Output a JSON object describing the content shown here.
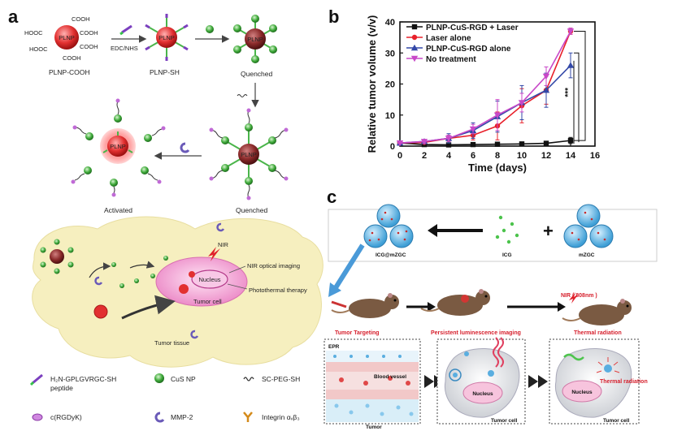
{
  "panels": {
    "a": "a",
    "b": "b",
    "c": "c"
  },
  "panel_a": {
    "cooh": [
      "COOH",
      "COOH",
      "COOH",
      "COOH",
      "HOOC",
      "HOOC"
    ],
    "core": "PLNP",
    "reagent": "EDC/NHS",
    "labels": {
      "plnp_cooh": "PLNP-COOH",
      "plnp_sh": "PLNP-SH",
      "quenched_top": "Quenched",
      "quenched_mid": "Quenched",
      "activated": "Activated"
    },
    "scene": {
      "nir": "NIR",
      "nucleus": "Nucleus",
      "tumor_cell": "Tumor cell",
      "optical": "NIR optical imaging",
      "ptt": "Photothermal therapy",
      "tissue": "Tumor tissue"
    },
    "legend": [
      {
        "key": "peptide",
        "text": "H₂N-GPLGVRGC-SH",
        "text2": "peptide"
      },
      {
        "key": "cus",
        "text": "CuS NP"
      },
      {
        "key": "peg",
        "text": "SC-PEG-SH"
      },
      {
        "key": "rgd",
        "text": "c(RGDyK)"
      },
      {
        "key": "mmp",
        "text": "MMP-2"
      },
      {
        "key": "integrin",
        "text": "Integrin αᵥβ₃"
      }
    ]
  },
  "panel_b": {
    "significance": "***"
  },
  "chart_data": {
    "type": "line",
    "xlabel": "Time (days)",
    "ylabel": "Relative tumor volume (v/v)",
    "xlim": [
      0,
      16
    ],
    "ylim": [
      0,
      40
    ],
    "xticks": [
      0,
      2,
      4,
      6,
      8,
      10,
      12,
      14,
      16
    ],
    "yticks": [
      0,
      10,
      20,
      30,
      40
    ],
    "legend_position": "top-left",
    "x": [
      0,
      2,
      4,
      6,
      8,
      10,
      12,
      14
    ],
    "series": [
      {
        "name": "PLNP-CuS-RGD + Laser",
        "color": "#111111",
        "marker": "square",
        "values": [
          1,
          0.5,
          0.4,
          0.5,
          0.6,
          0.7,
          0.9,
          1.8
        ],
        "errors": [
          0.2,
          0.2,
          0.2,
          0.2,
          0.3,
          0.3,
          0.5,
          1.0
        ]
      },
      {
        "name": "Laser alone",
        "color": "#e8202a",
        "marker": "circle",
        "values": [
          1,
          1.2,
          2.5,
          3.5,
          6.5,
          13,
          18,
          37
        ],
        "errors": [
          0.2,
          0.5,
          1.0,
          1.5,
          4.5,
          5.5,
          4.5,
          1.0
        ]
      },
      {
        "name": "PLNP-CuS-RGD alone",
        "color": "#3348a8",
        "marker": "triangle",
        "values": [
          1,
          1.5,
          2.5,
          5.0,
          9.5,
          14,
          18,
          26
        ],
        "errors": [
          0.2,
          0.5,
          1.5,
          2.5,
          5.0,
          5.5,
          5.5,
          4.0
        ]
      },
      {
        "name": "No treatment",
        "color": "#c848c8",
        "marker": "triangle-down",
        "values": [
          1,
          1.5,
          2.5,
          5.5,
          10,
          14,
          22.5,
          37
        ],
        "errors": [
          0.2,
          0.5,
          1.0,
          1.5,
          5.0,
          3.0,
          3.0,
          1.0
        ]
      }
    ]
  },
  "panel_c": {
    "labels": {
      "icg_mzgc": "ICG@mZGC",
      "icg": "ICG",
      "mzgc": "mZGC"
    },
    "nir": "NIR ( 808nm )",
    "stages": {
      "targeting": "Tumor Targeting",
      "imaging": "Persistent luminescence imaging",
      "thermal": "Thermal radiation"
    },
    "box1": {
      "epr": "EPR",
      "vessel": "Blood vessel",
      "tumor": "Tumor"
    },
    "box2": {
      "nucleus": "Nucleus",
      "cell": "Tumor cell"
    },
    "box3": {
      "nucleus": "Nucleus",
      "cell": "Tumor cell",
      "thermal": "Thermal radiation"
    }
  },
  "colors": {
    "laser_cus": "#111111",
    "laser": "#e8202a",
    "cus_alone": "#3348a8",
    "no_treat": "#c848c8",
    "tissue": "#f6efbf",
    "cell": "#f3a6d6",
    "mzgc": "#7cc6e8"
  }
}
